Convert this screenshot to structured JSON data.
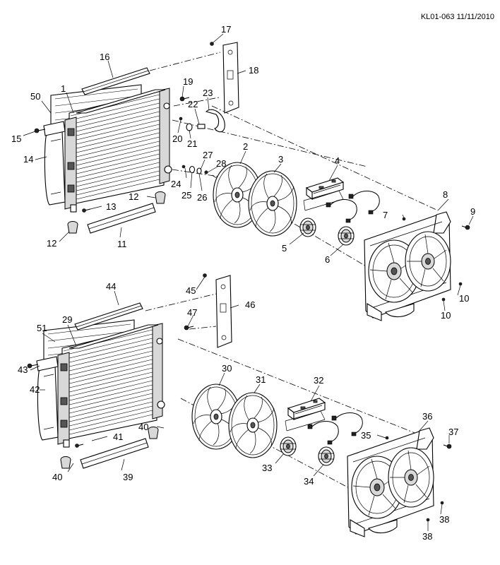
{
  "reference": "KL01-063 11/11/2010",
  "callouts": {
    "c1": "1",
    "c2": "2",
    "c3": "3",
    "c4": "4",
    "c5": "5",
    "c6": "6",
    "c7": "7",
    "c8": "8",
    "c9": "9",
    "c10a": "10",
    "c10b": "10",
    "c11": "11",
    "c12a": "12",
    "c12b": "12",
    "c13": "13",
    "c14": "14",
    "c15": "15",
    "c16": "16",
    "c17": "17",
    "c18": "18",
    "c19": "19",
    "c20": "20",
    "c21": "21",
    "c22": "22",
    "c23": "23",
    "c24": "24",
    "c25": "25",
    "c26": "26",
    "c27": "27",
    "c28": "28",
    "c29": "29",
    "c30": "30",
    "c31": "31",
    "c32": "32",
    "c33": "33",
    "c34": "34",
    "c35": "35",
    "c36": "36",
    "c37": "37",
    "c38a": "38",
    "c38b": "38",
    "c39": "39",
    "c40a": "40",
    "c40b": "40",
    "c41": "41",
    "c42": "42",
    "c43": "43",
    "c44": "44",
    "c45": "45",
    "c46": "46",
    "c47": "47",
    "c50": "50",
    "c51": "51"
  }
}
